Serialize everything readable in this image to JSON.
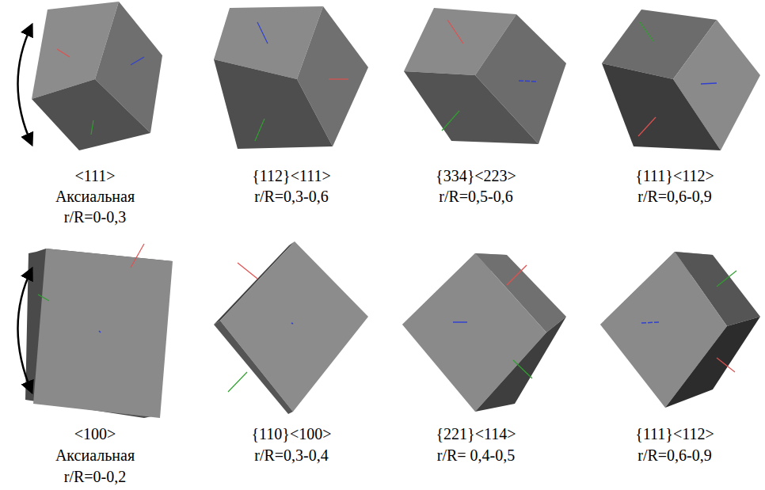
{
  "diagram": {
    "labels": [
      "<111>",
      "Аксиальная",
      "r/R=0-0,3",
      "{112}<111>",
      "r/R=0,3-0,6",
      "{334}<223>",
      "r/R=0,5-0,6",
      "{111}<112>",
      "r/R=0,6-0,9",
      "<100>",
      "Аксиальная",
      "r/R=0-0,2",
      "{110}<100>",
      "r/R=0,3-0,4",
      "{221}<114>",
      "r/R= 0,4-0,5",
      "{111}<112>",
      "r/R=0,6-0,9"
    ]
  }
}
